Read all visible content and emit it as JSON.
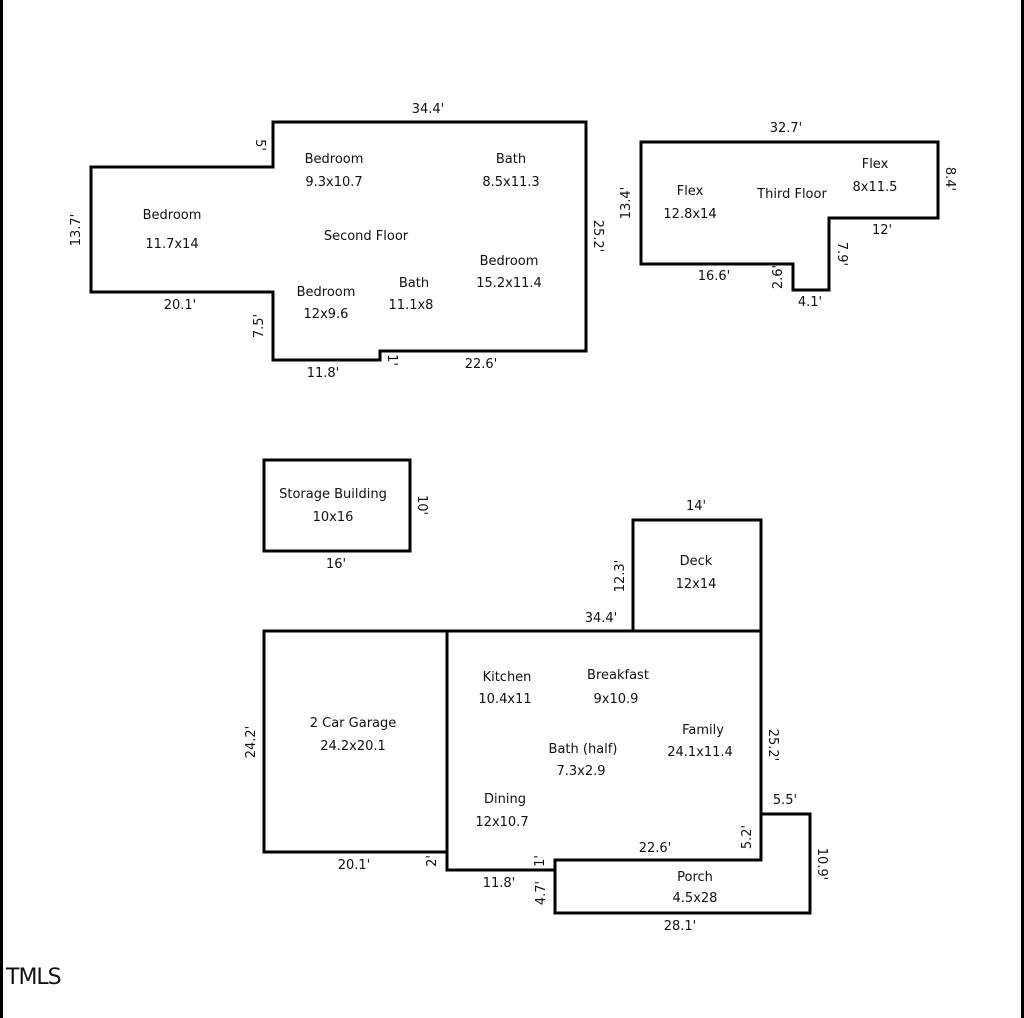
{
  "logo": "TMLS",
  "second_floor": {
    "label": "Second Floor",
    "rooms": {
      "bedroom_a": {
        "name": "Bedroom",
        "size": "9.3x10.7"
      },
      "bath_a": {
        "name": "Bath",
        "size": "8.5x11.3"
      },
      "bedroom_b": {
        "name": "Bedroom",
        "size": "11.7x14"
      },
      "bedroom_c": {
        "name": "Bedroom",
        "size": "15.2x11.4"
      },
      "bedroom_d": {
        "name": "Bedroom",
        "size": "12x9.6"
      },
      "bath_b": {
        "name": "Bath",
        "size": "11.1x8"
      }
    },
    "dims": {
      "top": "34.4'",
      "step": "5'",
      "left": "13.7'",
      "right": "25.2'",
      "lower_left": "20.1'",
      "notch": "7.5'",
      "bottom_left": "11.8'",
      "jog": "1'",
      "bottom_right": "22.6'"
    }
  },
  "third_floor": {
    "label": "Third Floor",
    "rooms": {
      "flex_a": {
        "name": "Flex",
        "size": "12.8x14"
      },
      "flex_b": {
        "name": "Flex",
        "size": "8x11.5"
      }
    },
    "dims": {
      "top": "32.7'",
      "right": "8.4'",
      "left": "13.4'",
      "inner_top": "12'",
      "inner_side": "7.9'",
      "bottom": "16.6'",
      "notch_side": "2.6'",
      "notch_bottom": "4.1'"
    }
  },
  "storage": {
    "name": "Storage Building",
    "size": "10x16",
    "dims": {
      "side": "10'",
      "bottom": "16'"
    }
  },
  "first_floor": {
    "rooms": {
      "deck": {
        "name": "Deck",
        "size": "12x14"
      },
      "garage": {
        "name": "2 Car Garage",
        "size": "24.2x20.1"
      },
      "kitchen": {
        "name": "Kitchen",
        "size": "10.4x11"
      },
      "breakfast": {
        "name": "Breakfast",
        "size": "9x10.9"
      },
      "family": {
        "name": "Family",
        "size": "24.1x11.4"
      },
      "bath_half": {
        "name": "Bath (half)",
        "size": "7.3x2.9"
      },
      "dining": {
        "name": "Dining",
        "size": "12x10.7"
      },
      "porch": {
        "name": "Porch",
        "size": "4.5x28"
      }
    },
    "dims": {
      "deck_top": "14'",
      "deck_side": "12.3'",
      "house_top": "34.4'",
      "garage_side": "24.2'",
      "garage_bottom": "20.1'",
      "garage_jog": "2'",
      "right": "25.2'",
      "porch_top_right": "5.5'",
      "porch_step": "5.2'",
      "porch_right": "10.9'",
      "house_bottom": "22.6'",
      "left_bottom": "11.8'",
      "porch_jog": "1'",
      "porch_left": "4.7'",
      "porch_bottom": "28.1'"
    }
  }
}
